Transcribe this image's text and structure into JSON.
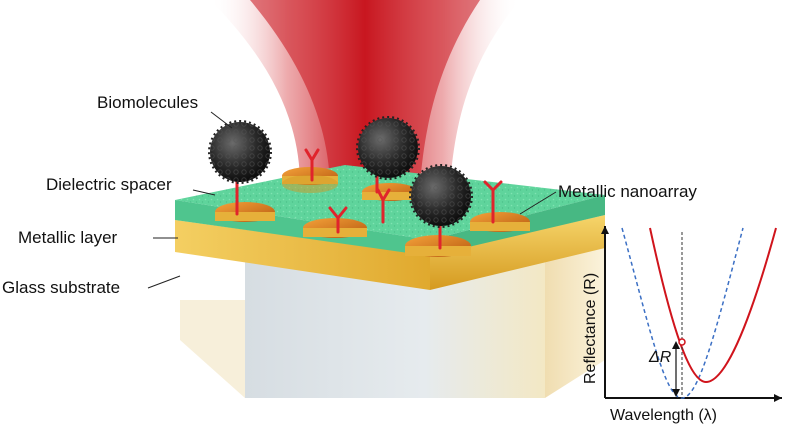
{
  "labels": {
    "biomolecules": "Biomolecules",
    "dielectric_spacer": "Dielectric spacer",
    "metallic_layer": "Metallic layer",
    "glass_substrate": "Glass substrate",
    "metallic_nanoarray": "Metallic nanoarray"
  },
  "inset": {
    "xlabel": "Wavelength (λ)",
    "ylabel": "Reflectance (R)",
    "delta_label": "ΔR"
  },
  "colors": {
    "laser": "#d0141c",
    "spacer": "#5fd49c",
    "metal": "#e8b53a",
    "glass": "#d9dfe3",
    "curve_shifted": "#d0141c",
    "curve_reference": "#3b6fc4"
  },
  "icons": [
    "laser-beam-icon",
    "virus-particle-icon",
    "antibody-icon",
    "nanodisk-icon"
  ]
}
